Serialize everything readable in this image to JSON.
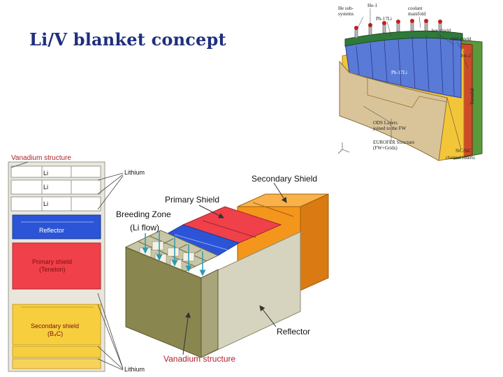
{
  "slide": {
    "title": "Li/V blanket concept"
  },
  "left_section": {
    "vanadium_structure": "Vanadium structure",
    "li_rows": [
      "Li",
      "Li",
      "Li"
    ],
    "lithium_top": "Lithium",
    "reflector": "Reflector",
    "primary_shield_line1": "Primary shield",
    "primary_shield_line2": "(Tenelon)",
    "secondary_shield_line1": "Secondary shield",
    "secondary_shield_line2": "(B₄C)",
    "lithium_bottom": "Lithium"
  },
  "block_diagram": {
    "secondary_shield": "Secondary Shield",
    "primary_shield": "Primary Shield",
    "breeding_zone": "Breeding Zone",
    "li_flow": "(Li flow)",
    "reflector": "Reflector",
    "vanadium_structure": "Vanadium structure"
  },
  "inset_diagram": {
    "labels": {
      "he_subsystems_1": "He sub-",
      "he_subsystems_2": "systems",
      "he1": "He-1",
      "pb17li_top": "Pb-17Li",
      "coolant_manifold_1": "coolant",
      "coolant_manifold_2": "manifold",
      "hot_shield": "hot shield",
      "cold_shield": "cold shield",
      "he2": "He-2",
      "pb17li_mid": "Pb-17Li",
      "ods_1": "ODS Layers",
      "ods_2": "joined to the FW",
      "eurofer_1": "EUROFER Structure",
      "eurofer_2": "(FW+Grids)",
      "sic_1": "SiC/SiC",
      "sic_2": "channel inserts",
      "vertical": "Toroidal"
    }
  },
  "colors": {
    "title": "#1f2f7f",
    "li_box": "#ffffff",
    "reflector_blue": "#2b55d6",
    "primary_red": "#f0404a",
    "secondary_yellow": "#f7cf3e",
    "shield_orange": "#f4961c",
    "vanadium_olive": "#8a8650",
    "gray_side": "#cfcdb8",
    "label_red": "#b0202a"
  }
}
